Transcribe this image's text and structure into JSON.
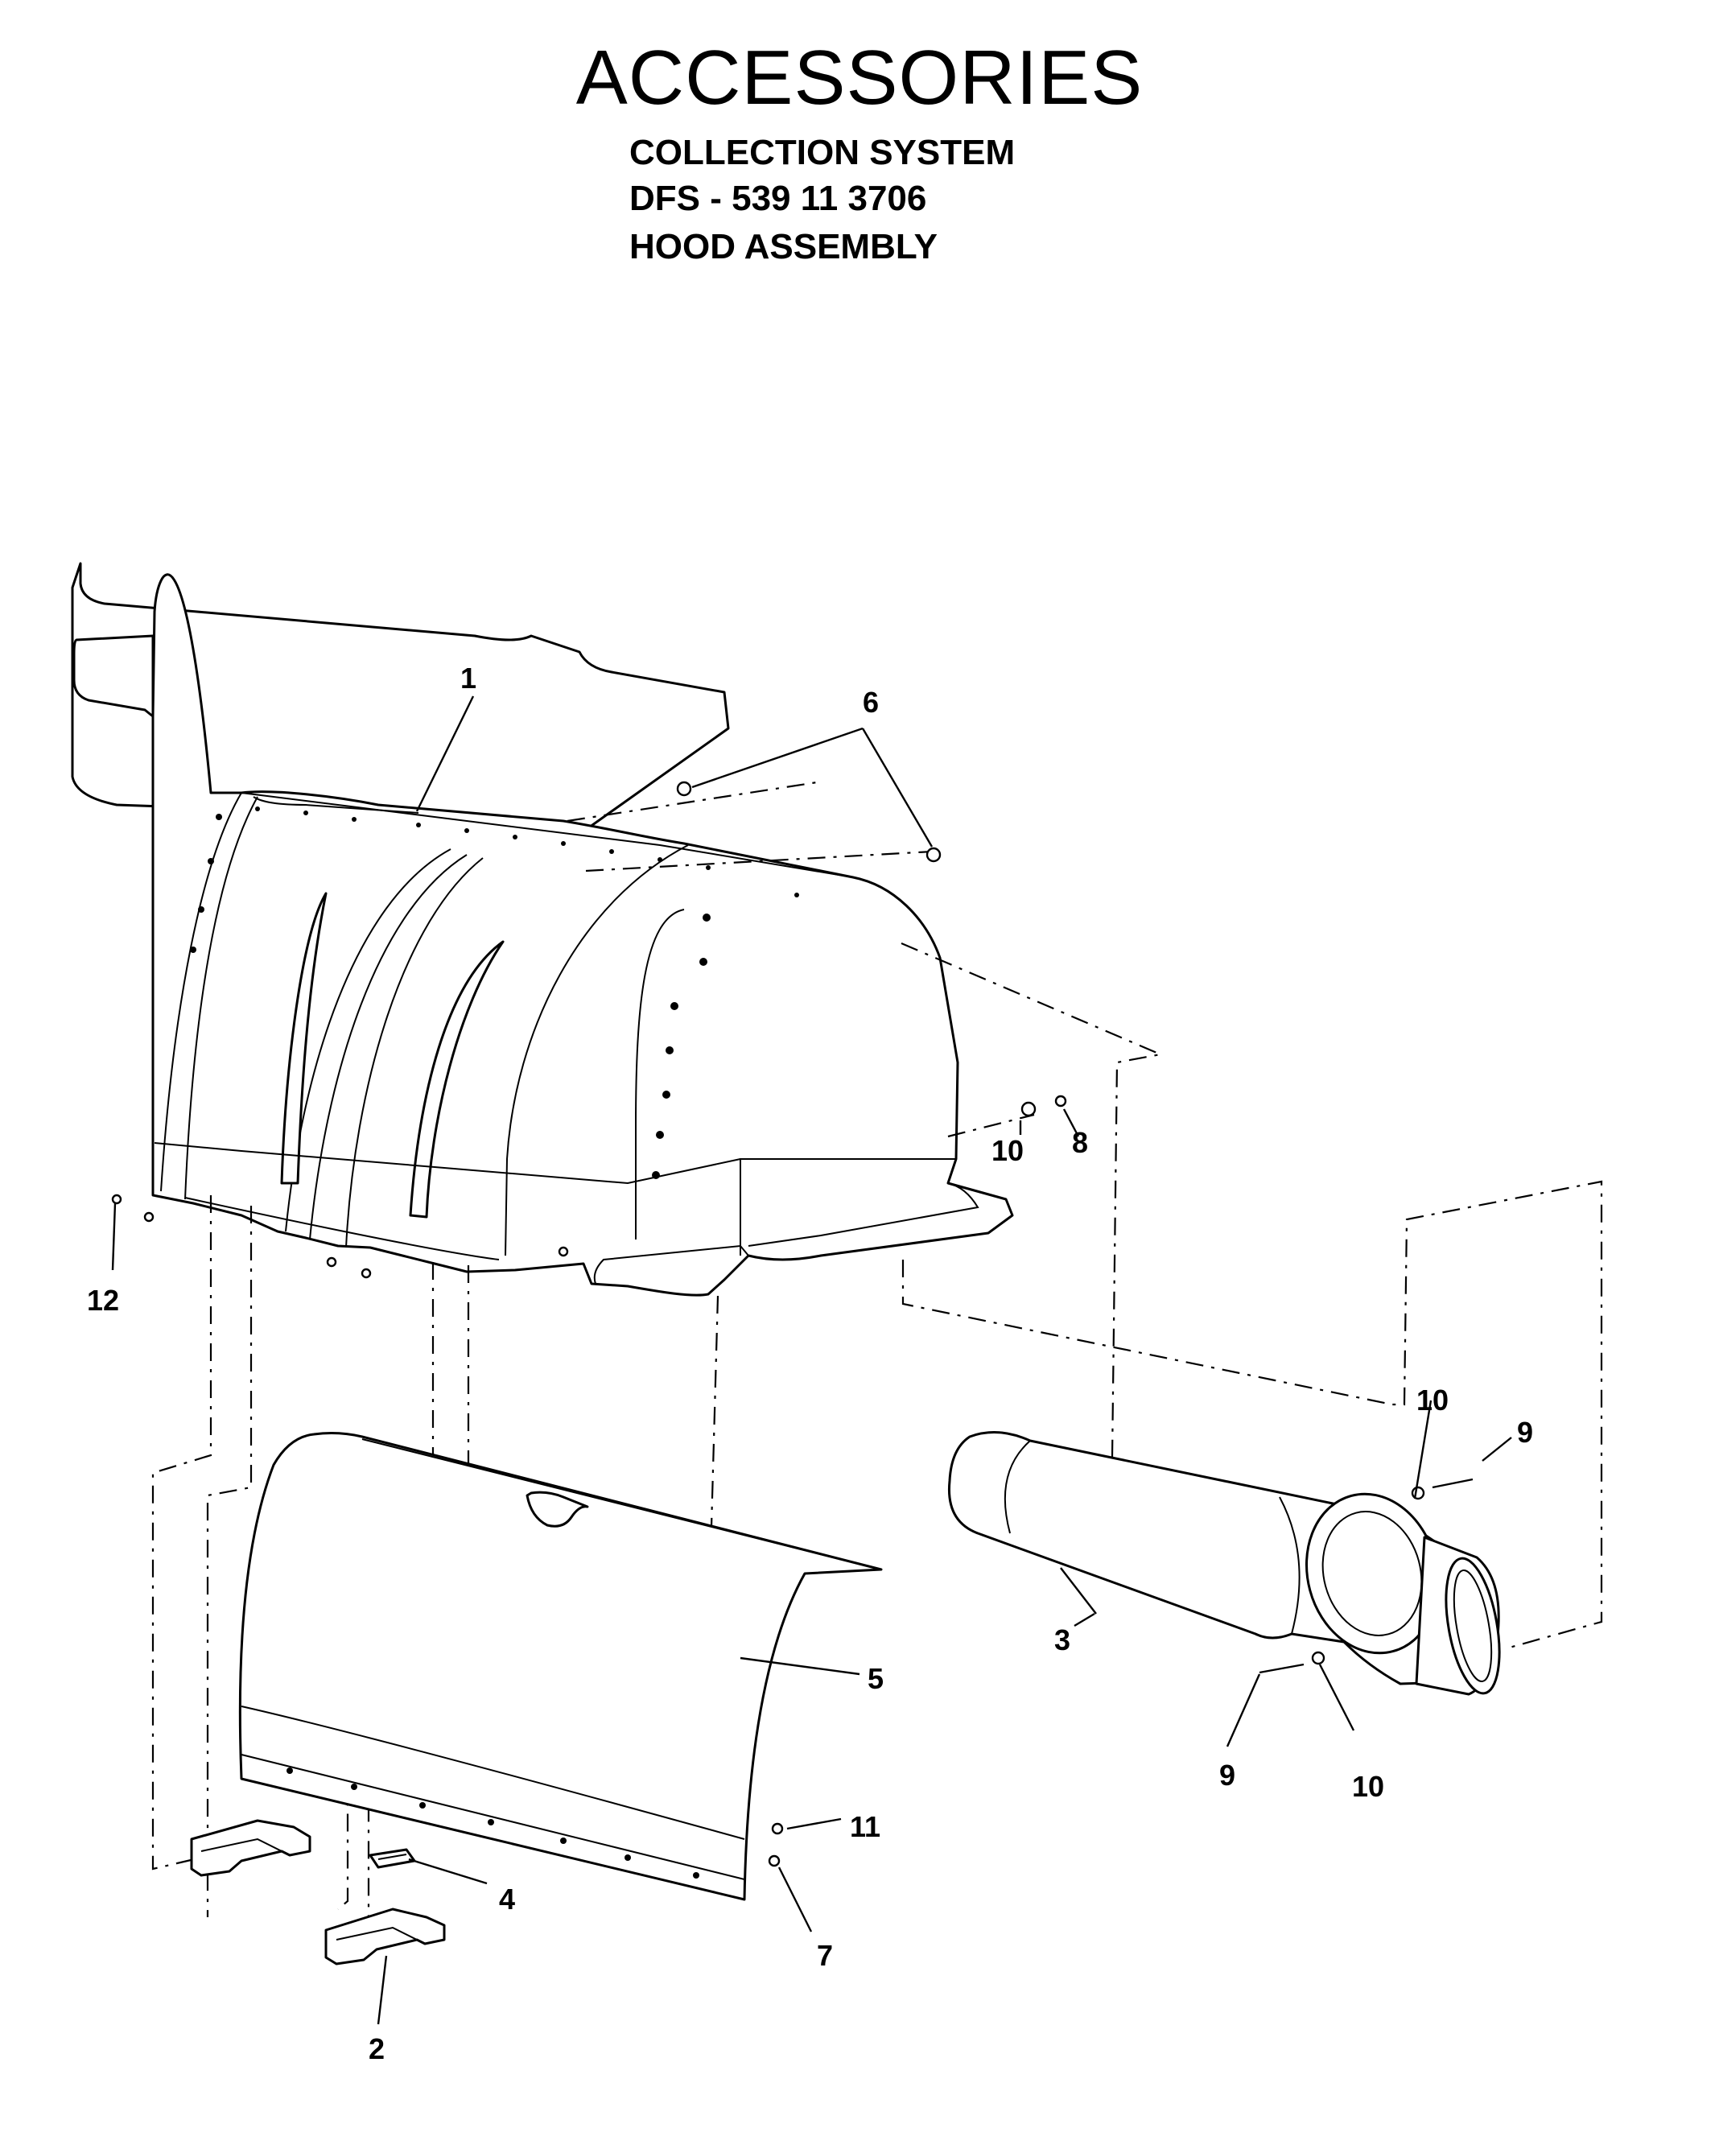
{
  "header": {
    "title": "ACCESSORIES",
    "line1": "COLLECTION SYSTEM",
    "line2": "DFS - 539 11 3706",
    "line3": "HOOD  ASSEMBLY"
  },
  "callouts": {
    "c1": "1",
    "c2": "2",
    "c3": "3",
    "c4": "4",
    "c5": "5",
    "c6": "6",
    "c7": "7",
    "c8": "8",
    "c9a": "9",
    "c9b": "9",
    "c10a": "10",
    "c10b": "10",
    "c10c": "10",
    "c11": "11",
    "c12": "12"
  }
}
